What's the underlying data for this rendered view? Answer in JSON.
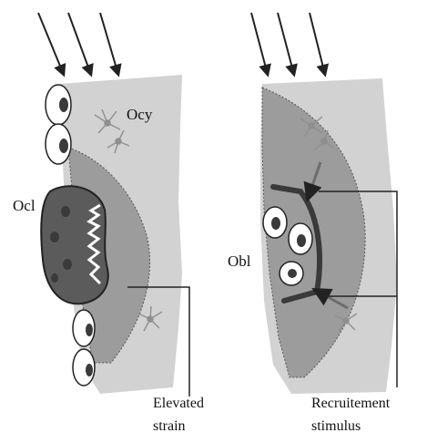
{
  "labels": {
    "ocy": "Ocy",
    "ocl": "Ocl",
    "obl": "Obl",
    "elevated_line1": "Elevated",
    "elevated_line2": "strain",
    "recruit_line1": "Recruitement",
    "recruit_line2": "stimulus"
  },
  "colors": {
    "bone_light": "#d2d2d2",
    "strain_zone": "#9c9c9c",
    "osteoclast": "#5b5b5b",
    "osteocyte": "#8f8f8f",
    "ink": "#222222",
    "cell_nucleus": "#3a3a3a",
    "osteoblast_rim": "#3a3a3a"
  },
  "icons": {
    "load_arrows": "down-right-arrow",
    "osteocyte": "star-branched-cell",
    "lining_cell": "oval-cell-with-nucleus"
  }
}
